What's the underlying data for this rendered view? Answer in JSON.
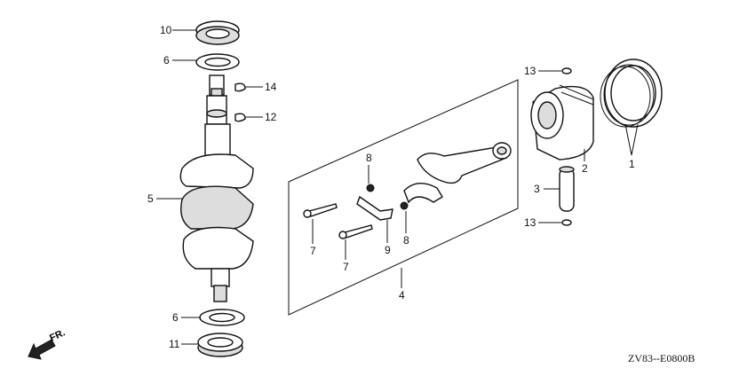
{
  "callouts": [
    {
      "id": "c10",
      "num": "10"
    },
    {
      "id": "c6a",
      "num": "6"
    },
    {
      "id": "c14",
      "num": "14"
    },
    {
      "id": "c12",
      "num": "12"
    },
    {
      "id": "c5",
      "num": "5"
    },
    {
      "id": "c6b",
      "num": "6"
    },
    {
      "id": "c11",
      "num": "11"
    },
    {
      "id": "c13a",
      "num": "13"
    },
    {
      "id": "c2",
      "num": "2"
    },
    {
      "id": "c1",
      "num": "1"
    },
    {
      "id": "c3",
      "num": "3"
    },
    {
      "id": "c13b",
      "num": "13"
    },
    {
      "id": "c8a",
      "num": "8"
    },
    {
      "id": "c7a",
      "num": "7"
    },
    {
      "id": "c7b",
      "num": "7"
    },
    {
      "id": "c9",
      "num": "9"
    },
    {
      "id": "c8b",
      "num": "8"
    },
    {
      "id": "c4",
      "num": "4"
    }
  ],
  "front_label": "FR.",
  "diagram_code": "ZV83--E0800B"
}
